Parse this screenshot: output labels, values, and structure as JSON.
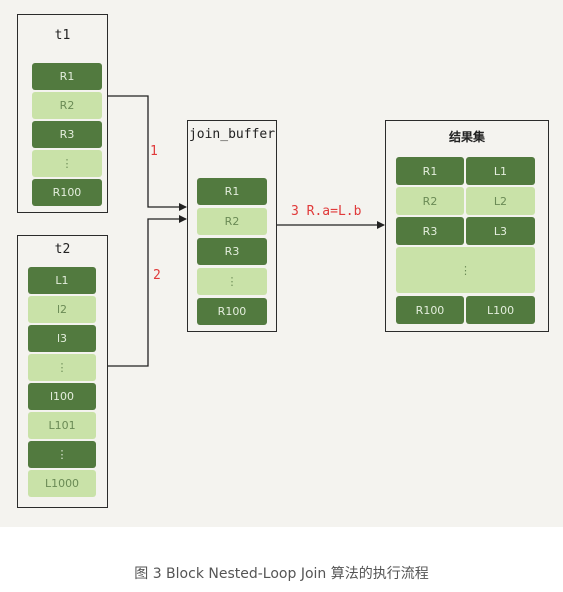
{
  "tables": {
    "t1": {
      "title": "t1",
      "rows": [
        "R1",
        "R2",
        "R3",
        "⋮",
        "R100"
      ]
    },
    "t2": {
      "title": "t2",
      "rows": [
        "L1",
        "l2",
        "l3",
        "⋮",
        "l100",
        "L101",
        "⋮",
        "L1000"
      ]
    },
    "join_buffer": {
      "title": "join_buffer",
      "rows": [
        "R1",
        "R2",
        "R3",
        "⋮",
        "R100"
      ]
    },
    "result": {
      "title": "结果集",
      "rows": [
        [
          "R1",
          "L1"
        ],
        [
          "R2",
          "L2"
        ],
        [
          "R3",
          "L3"
        ],
        [
          "⋮"
        ],
        [
          "R100",
          "L100"
        ]
      ]
    }
  },
  "edges": {
    "step1": "1",
    "step2": "2",
    "step3": "3 R.a=L.b"
  },
  "colors": {
    "dark_row": "#527a3f",
    "light_row": "#c9e2a8",
    "edge_label": "#e03a3a"
  },
  "caption": "图 3 Block Nested-Loop Join 算法的执行流程"
}
